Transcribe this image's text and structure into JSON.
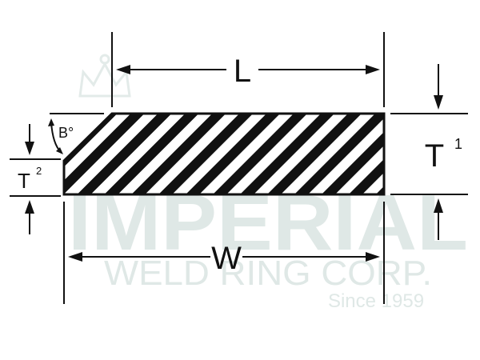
{
  "labels": {
    "length": "L",
    "width": "W",
    "thickness_1": "T",
    "thickness_1_sup": "1",
    "thickness_2": "T",
    "thickness_2_sup": "2",
    "bevel": "B°"
  },
  "watermark": {
    "line1": "IMPERIAL",
    "line2": "WELD RING CORP.",
    "line3": "Since 1959"
  },
  "colors": {
    "ink": "#111111",
    "watermark": "#dfe8e6",
    "background": "#ffffff"
  },
  "icons": [
    "crown-watermark-icon"
  ]
}
